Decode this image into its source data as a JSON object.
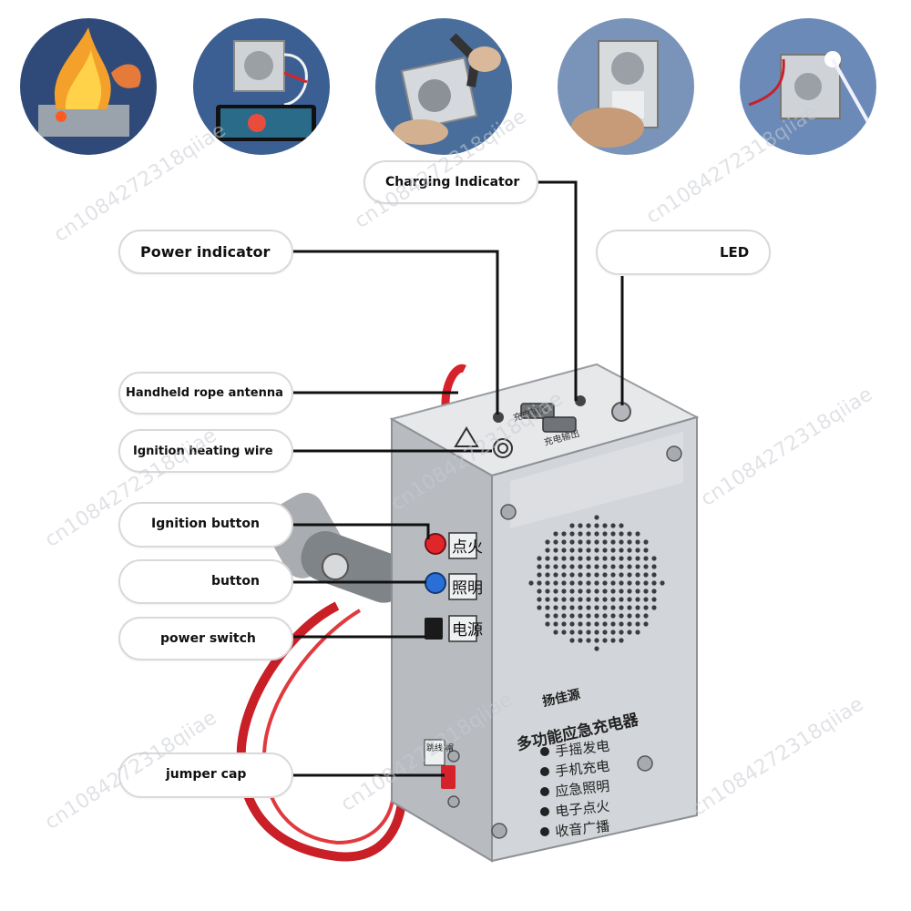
{
  "labels": {
    "charging_indicator": "Charging Indicator",
    "power_indicator": "Power indicator",
    "led": "LED",
    "handheld_rope_antenna": "Handheld rope antenna",
    "ignition_heating_wire": "Ignition heating wire",
    "ignition_button": "Ignition button",
    "button": "button",
    "power_switch": "power switch",
    "jumper_cap": "jumper cap"
  },
  "device_text": {
    "top_input": "充电输入",
    "top_output": "充电输出",
    "side_ignite": "点火",
    "side_light": "照明",
    "side_power": "电源",
    "brand": "扬佳源",
    "product_name": "多功能应急充电器",
    "features": [
      "手摇发电",
      "手机充电",
      "应急照明",
      "电子点火",
      "收音广播"
    ],
    "jumper_label": "跳线\n帽"
  },
  "watermark": "cn1084272318qiiae",
  "colors": {
    "leader_line": "#111111",
    "pill_border": "#d9d9d9",
    "steel": "#c9cdd2",
    "rope": "#d6222a",
    "ignite_button": "#e0262b",
    "light_button": "#2a6fd6"
  }
}
